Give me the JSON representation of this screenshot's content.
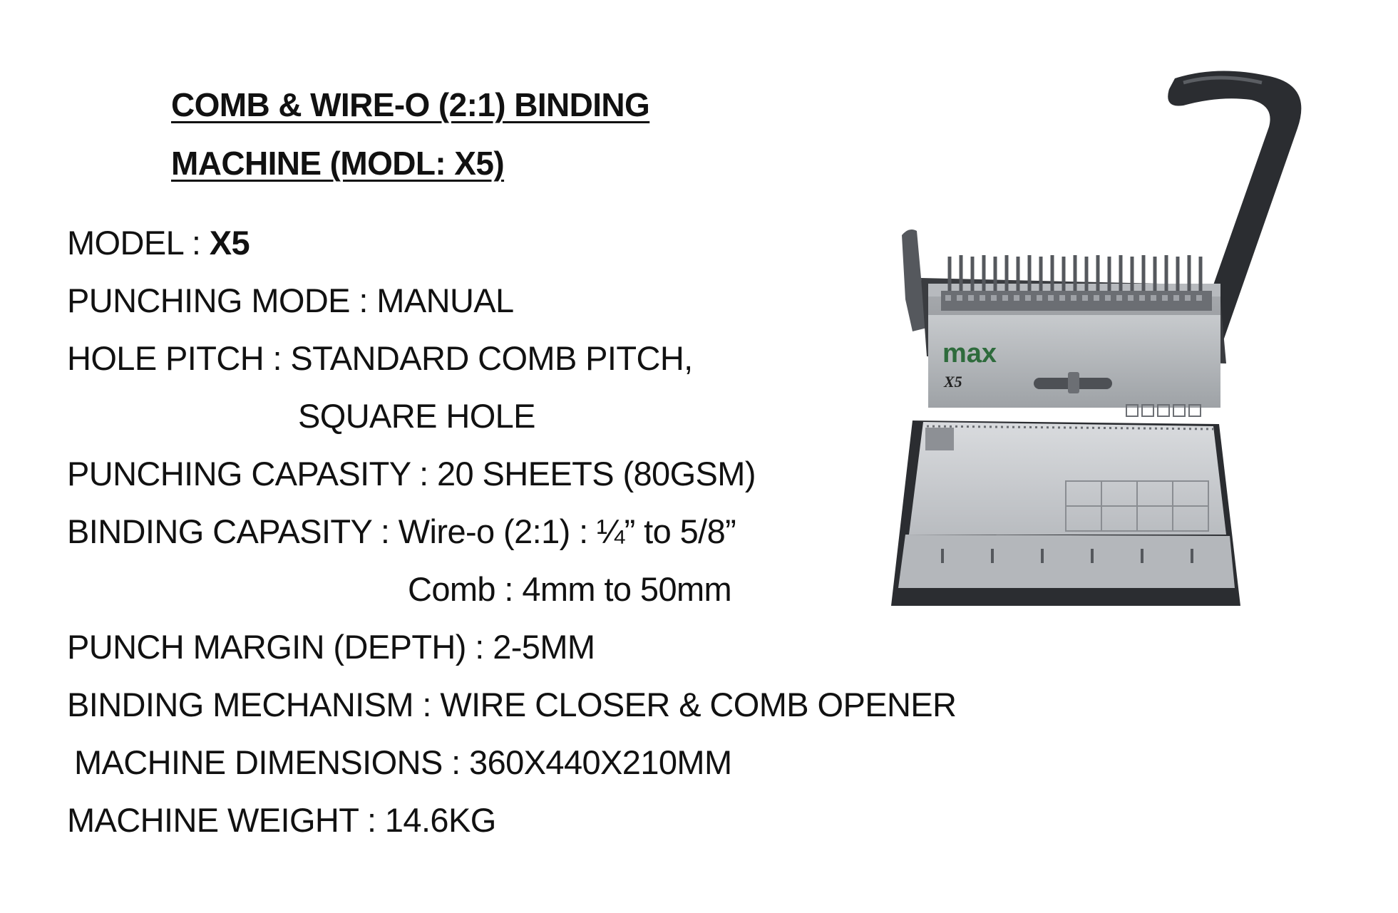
{
  "title": {
    "line1": "COMB & WIRE-O (2:1) BINDING",
    "line2": "MACHINE  (MODL: X5)"
  },
  "specs": {
    "model_label": "MODEL : ",
    "model_value": "X5",
    "punching_mode": "PUNCHING MODE : MANUAL",
    "hole_pitch": "HOLE PITCH : STANDARD COMB PITCH,",
    "hole_pitch_cont": "SQUARE HOLE",
    "punching_capacity": "PUNCHING CAPASITY : 20 SHEETS (80GSM)",
    "binding_capacity": "BINDING CAPASITY : Wire-o (2:1) : ¼” to 5/8”",
    "binding_capacity_cont": "Comb :  4mm to 50mm",
    "punch_margin": "PUNCH MARGIN (DEPTH) : 2-5MM",
    "binding_mechanism": "BINDING MECHANISM : WIRE CLOSER  &  COMB OPENER",
    "machine_dimensions": "MACHINE DIMENSIONS : 360X440X210MM",
    "machine_weight": "MACHINE WEIGHT : 14.6KG"
  },
  "machine_image": {
    "brand": "max",
    "model_mark": "X5"
  }
}
